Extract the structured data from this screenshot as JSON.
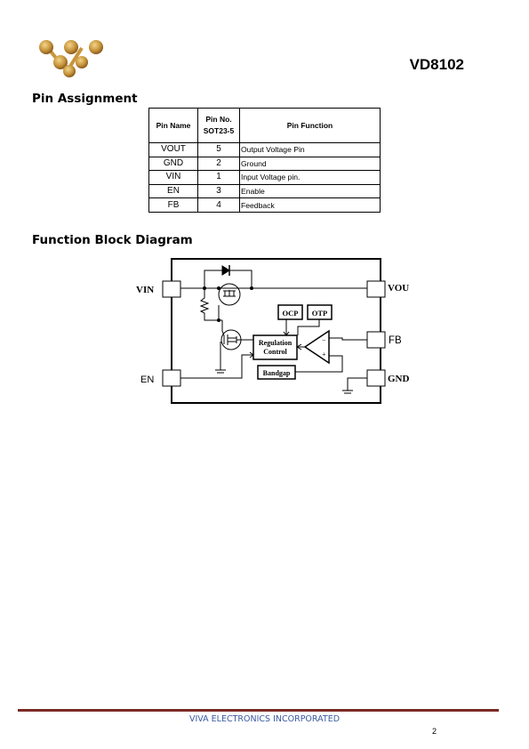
{
  "header": {
    "part_number": "VD8102"
  },
  "pin_assignment": {
    "title": "Pin Assignment",
    "columns": {
      "name": "Pin Name",
      "no_line1": "Pin No.",
      "no_line2": "SOT23-5",
      "function": "Pin Function"
    },
    "rows": [
      {
        "name": "VOUT",
        "no": "5",
        "function": "Output Voltage Pin"
      },
      {
        "name": "GND",
        "no": "2",
        "function": "Ground"
      },
      {
        "name": "VIN",
        "no": "1",
        "function": "Input Voltage pin."
      },
      {
        "name": "EN",
        "no": "3",
        "function": "Enable"
      },
      {
        "name": "FB",
        "no": "4",
        "function": "Feedback"
      }
    ]
  },
  "block_diagram": {
    "title": "Function Block Diagram",
    "pins": {
      "vin": "VIN",
      "en": "EN",
      "vout": "VOUT",
      "fb": "FB",
      "gnd": "GND"
    },
    "blocks": {
      "ocp": "OCP",
      "otp": "OTP",
      "regulation_line1": "Regulation",
      "regulation_line2": "Control",
      "bandgap": "Bandgap"
    }
  },
  "footer": {
    "company": "VIVA ELECTRONICS INCORPORATED",
    "page": "2"
  },
  "colors": {
    "logo_gold": "#c8963c",
    "footer_rule": "#7b2a26",
    "footer_text": "#3a5aa0"
  }
}
